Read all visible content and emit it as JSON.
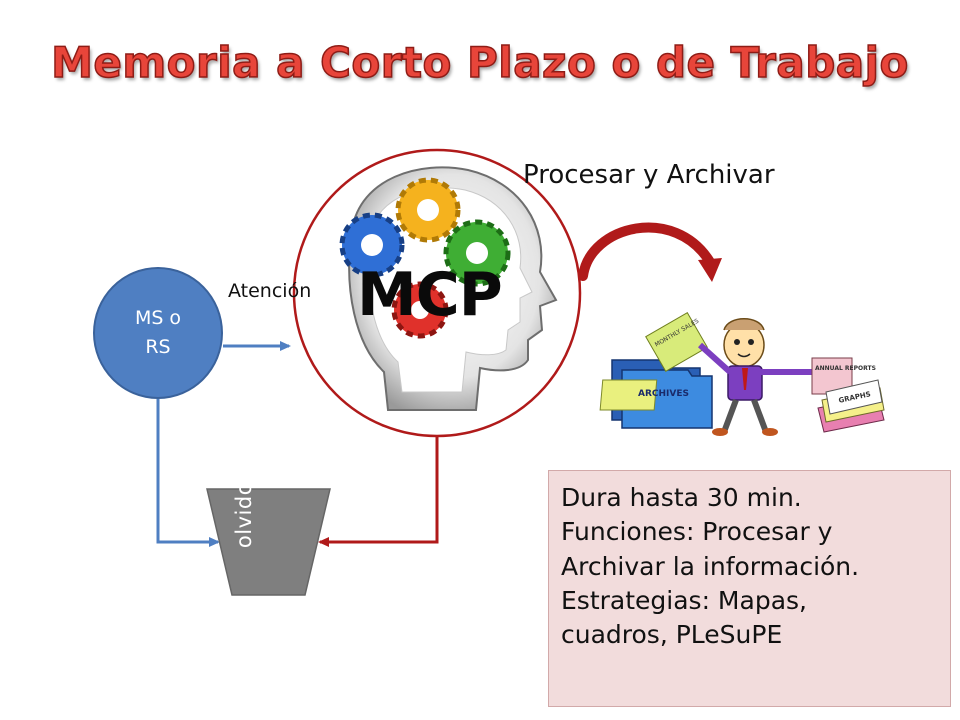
{
  "title": "Memoria a Corto Plazo o de Trabajo",
  "nodes": {
    "ms": {
      "line1": "MS o",
      "line2": "RS"
    },
    "mcp": "MCP",
    "olvido": "olvido"
  },
  "labels": {
    "atencion": "Atención",
    "procesar": "Procesar y Archivar"
  },
  "clipart": {
    "archives": "ARCHIVES",
    "monthly_sales": "MONTHLY SALES",
    "annual_reports": "ANNUAL REPORTS",
    "graphs": "GRAPHS"
  },
  "info": {
    "line1": "Dura hasta 30 min.",
    "line2": "Funciones: Procesar y",
    "line3": "Archivar la información.",
    "line4": "Estrategias: Mapas,",
    "line5": "cuadros, PLeSuPE"
  },
  "colors": {
    "title": "#e8453a",
    "ms_node": "#4f7fc2",
    "funnel": "#7f7f7f",
    "red_arrow": "#b01a1a",
    "blue_arrow": "#4f7fc2",
    "info_bg": "#f2dcdc"
  }
}
